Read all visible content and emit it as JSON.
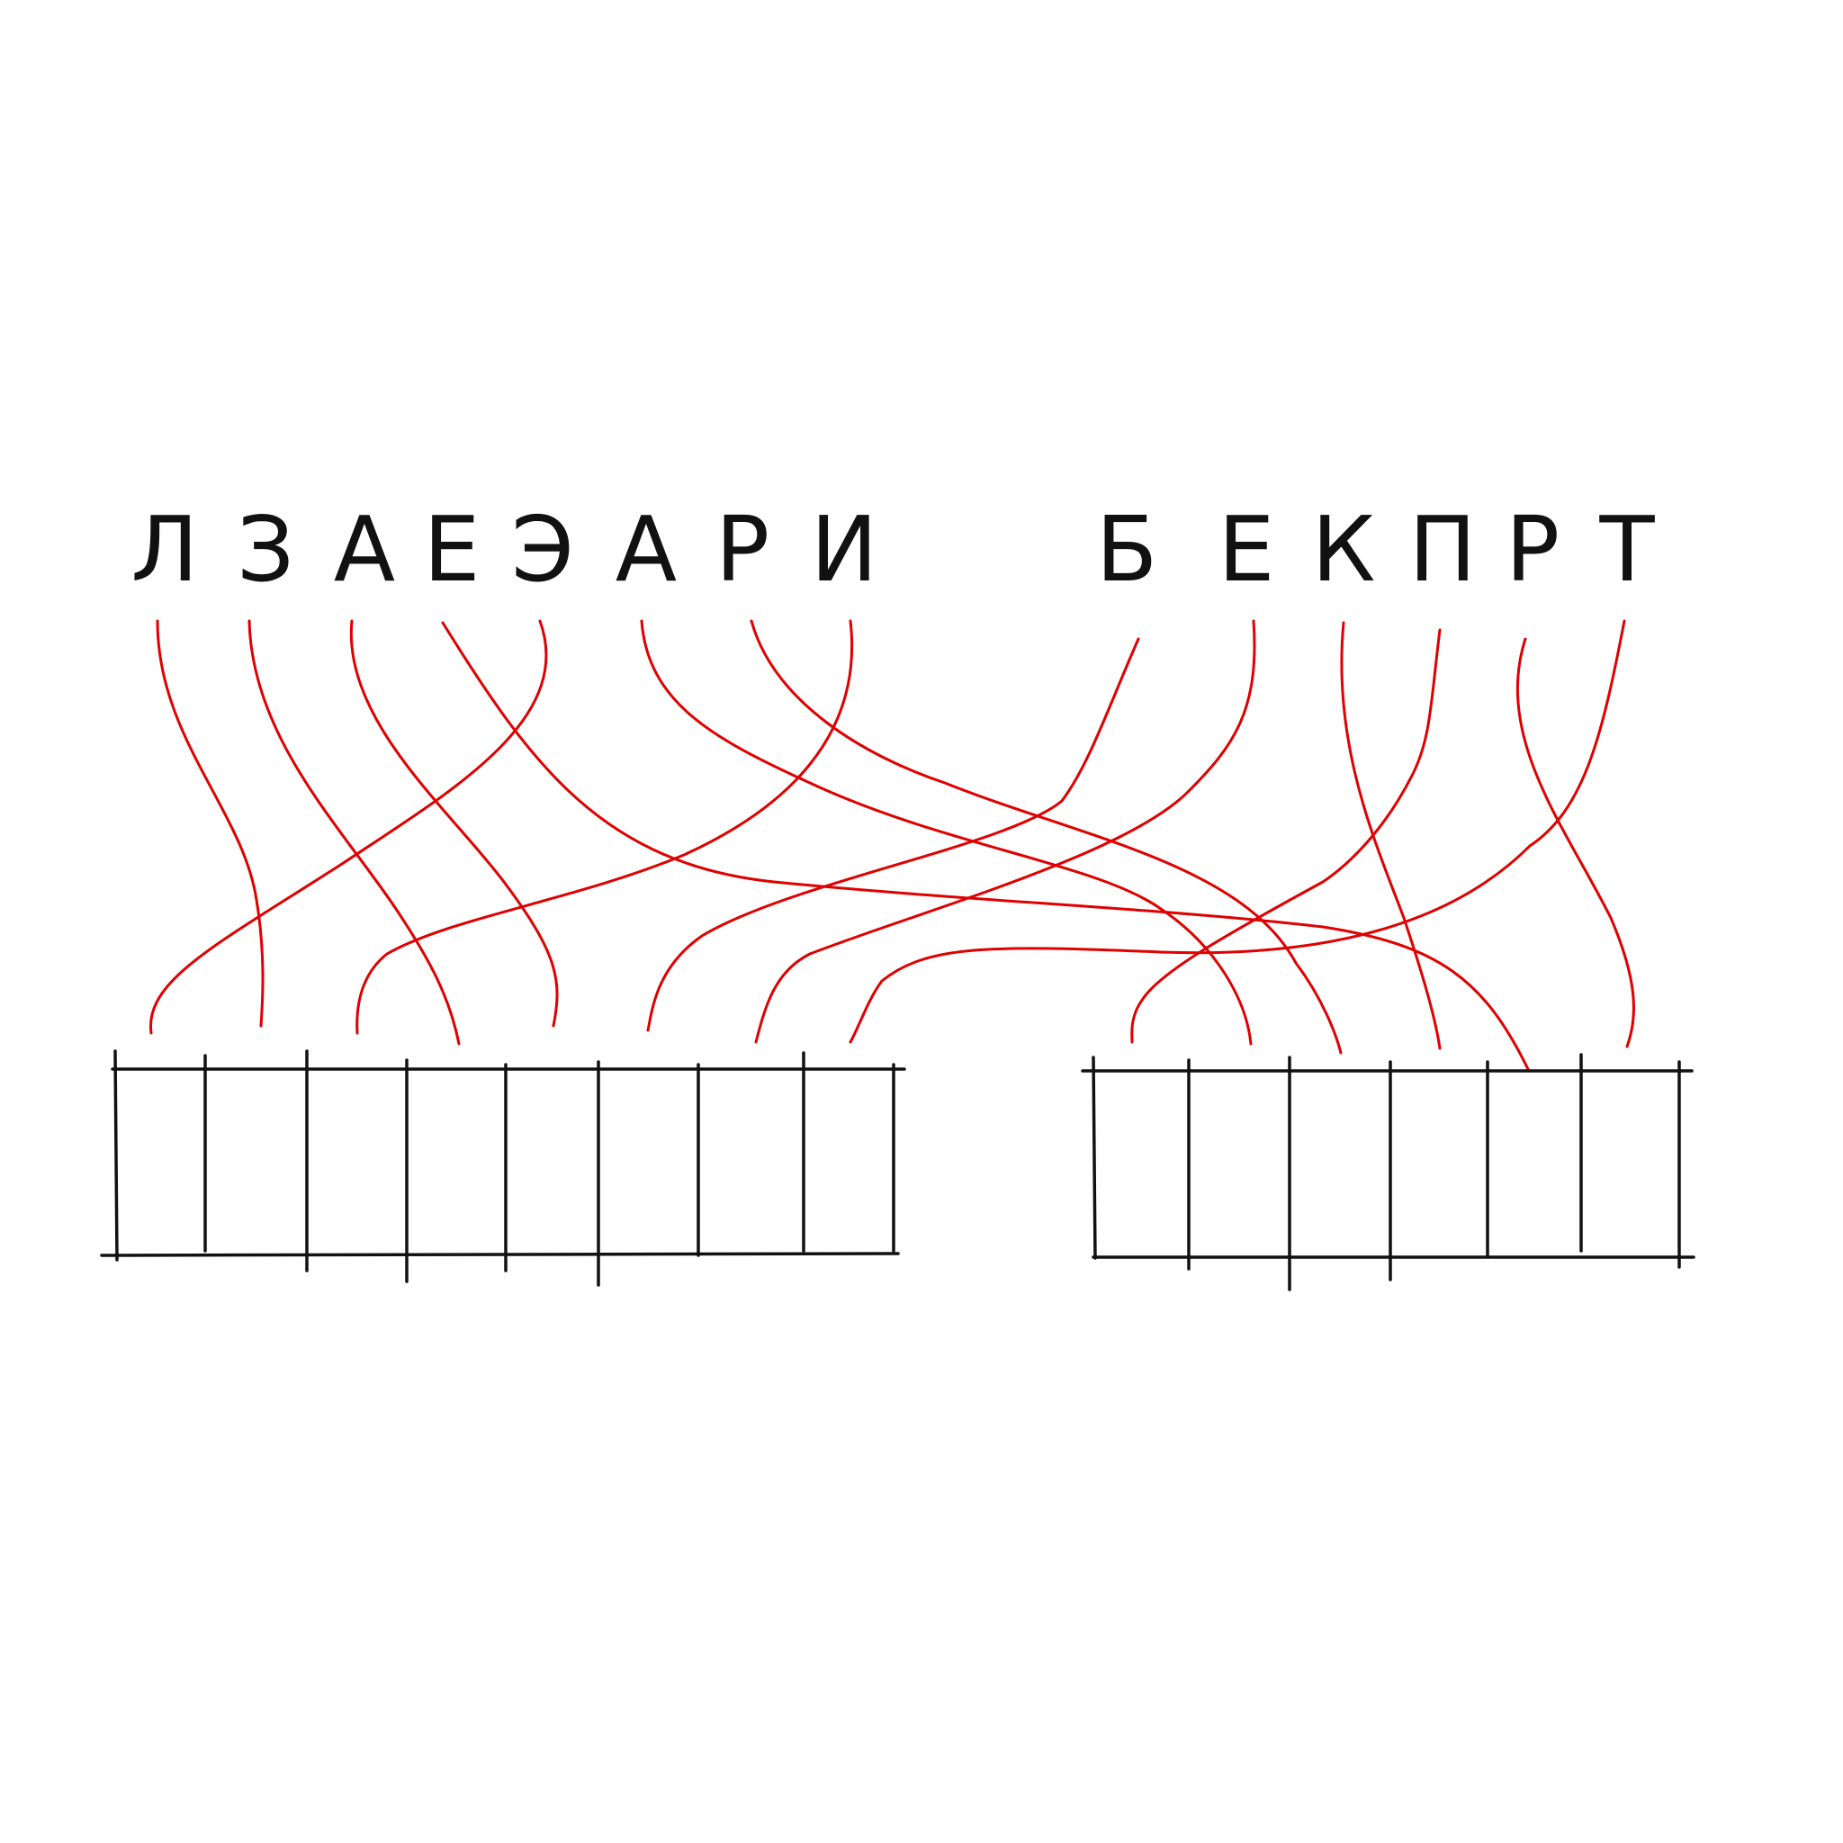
{
  "word_1": {
    "letters": [
      "Л",
      "З",
      "А",
      "Е",
      "Э",
      "А",
      "Р",
      "И"
    ],
    "box_count": 8
  },
  "word_2": {
    "letters": [
      "Б",
      "Е",
      "К",
      "П",
      "Р",
      "Т"
    ],
    "box_count": 6
  },
  "colors": {
    "ink": "#111111",
    "thread": "#e00000",
    "background": "#ffffff"
  }
}
